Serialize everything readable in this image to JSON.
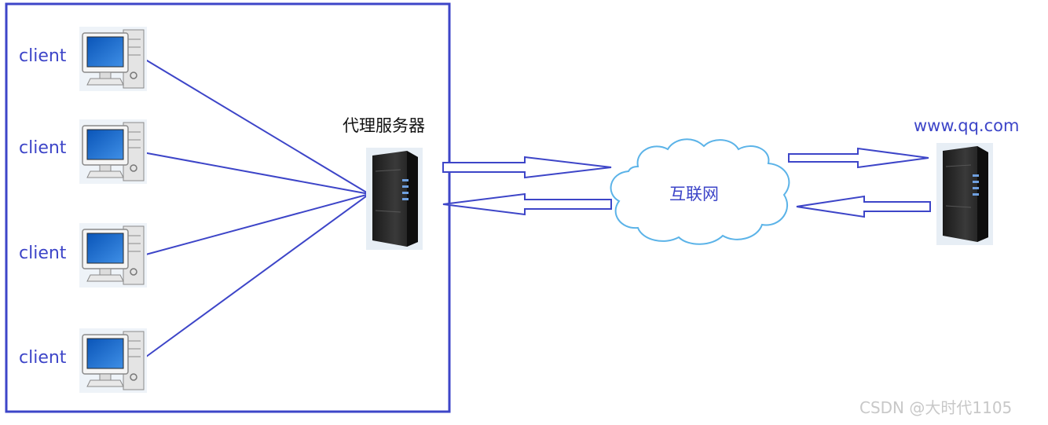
{
  "clients": [
    {
      "label": "client"
    },
    {
      "label": "client"
    },
    {
      "label": "client"
    },
    {
      "label": "client"
    }
  ],
  "proxy": {
    "label": "代理服务器",
    "icon": "server-tower-icon"
  },
  "cloud": {
    "label": "互联网",
    "icon": "cloud-icon"
  },
  "target": {
    "label": "www.qq.com",
    "icon": "server-tower-icon"
  },
  "watermark": "CSDN @大时代1105",
  "colors": {
    "line": "#3d45c8",
    "box": "#3d45c8",
    "cloud_stroke": "#5bb3e8",
    "label_blue": "#3d45c8",
    "server_dark": "#2a2a2a",
    "monitor_screen": "#1e6fd0"
  }
}
